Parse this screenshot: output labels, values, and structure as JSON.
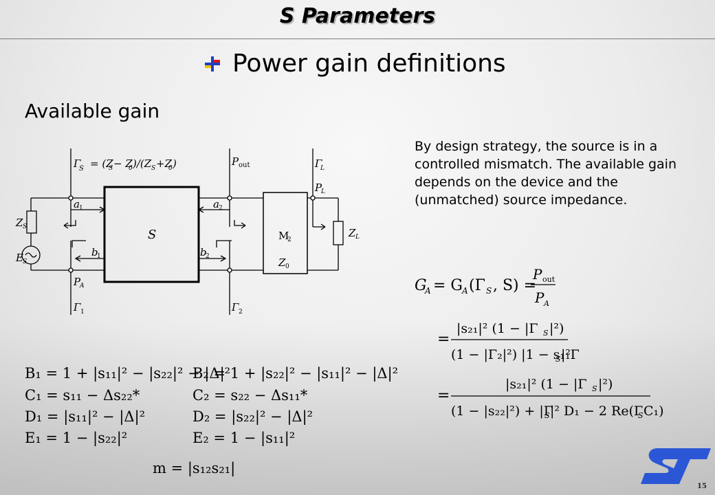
{
  "slide": {
    "title": "S Parameters",
    "subtitle": "Power gain definitions",
    "section": "Available gain",
    "paragraph": "By design strategy, the source is in a controlled mismatch. The available gain depends on the device and the (unmatched) source impedance.",
    "page_number": "15"
  },
  "circuit": {
    "gamma_s_eq": "Γ",
    "pout": "P",
    "pout_sub": "out",
    "pl": "P",
    "pa": "P",
    "block_s": "S",
    "block_m2": "M",
    "z0": "Z",
    "zs": "Z",
    "es": "E",
    "zl": "Z",
    "a1": "a",
    "a2": "a",
    "b1": "b",
    "b2": "b",
    "gamma1": "Γ",
    "gamma2": "Γ",
    "gamma_l": "Γ"
  },
  "equations": {
    "B1": "B₁ = 1 + |s₁₁|² − |s₂₂|² − |Δ|²",
    "C1": "C₁ = s₁₁ − Δs₂₂*",
    "D1": "D₁ = |s₁₁|² − |Δ|²",
    "E1": "E₁ = 1 − |s₂₂|²",
    "B2": "B₂ = 1 + |s₂₂|² − |s₁₁|² − |Δ|²",
    "C2": "C₂ = s₂₂ − Δs₁₁*",
    "D2": "D₂ = |s₂₂|² − |Δ|²",
    "E2": "E₂ = 1 − |s₁₁|²",
    "m": "m = |s₁₂s₂₁|"
  },
  "colors": {
    "bullet_blue": "#1f3fbf",
    "bullet_red": "#d81818",
    "bullet_yellow": "#f2c200",
    "logo": "#2b57d6"
  }
}
